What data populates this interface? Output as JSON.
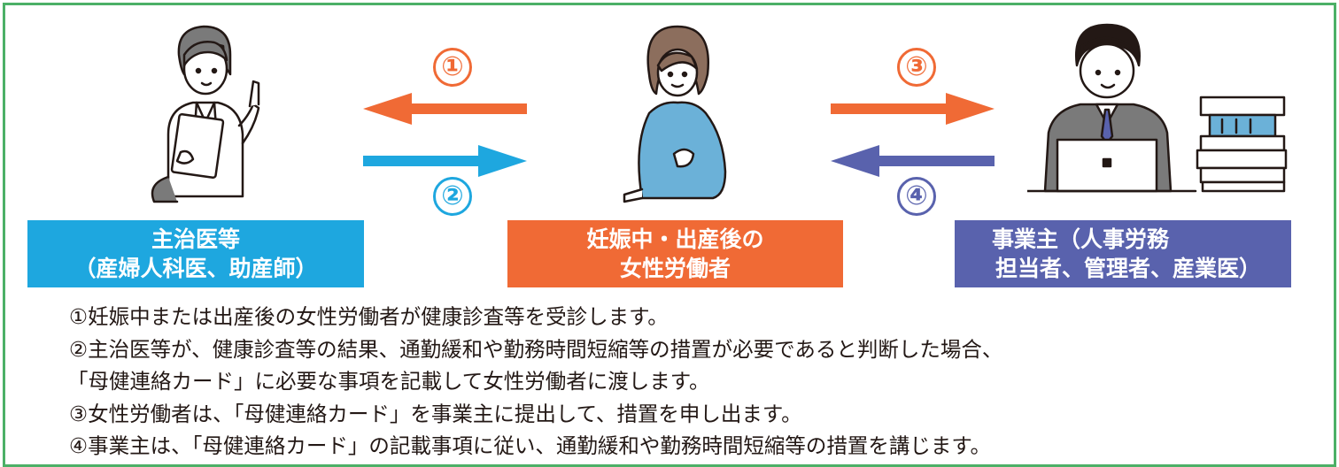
{
  "actors": {
    "doctor": {
      "label_line1": "主治医等",
      "label_line2": "（産婦人科医、助産師）",
      "color": "#1ea7df"
    },
    "worker": {
      "label_line1": "妊娠中・出産後の",
      "label_line2": "女性労働者",
      "color": "#f06a35"
    },
    "employer": {
      "label_line1": "事業主（人事労務",
      "label_line2": "担当者、管理者、産業医）",
      "color": "#5962ad"
    }
  },
  "flows": [
    {
      "number": "①",
      "color": "#f06a35"
    },
    {
      "number": "②",
      "color": "#1ea7df"
    },
    {
      "number": "③",
      "color": "#f06a35"
    },
    {
      "number": "④",
      "color": "#5962ad"
    }
  ],
  "steps": [
    "①妊娠中または出産後の女性労働者が健康診査等を受診します。",
    "②主治医等が、健康診査等の結果、通勤緩和や勤務時間短縮等の措置が必要であると判断した場合、",
    "「母健連絡カード」に必要な事項を記載して女性労働者に渡します。",
    "③女性労働者は、「母健連絡カード」を事業主に提出して、措置を申し出ます。",
    "④事業主は、「母健連絡カード」の記載事項に従い、通勤緩和や勤務時間短縮等の措置を講じます。"
  ],
  "colors": {
    "frame": "#4cb067"
  }
}
